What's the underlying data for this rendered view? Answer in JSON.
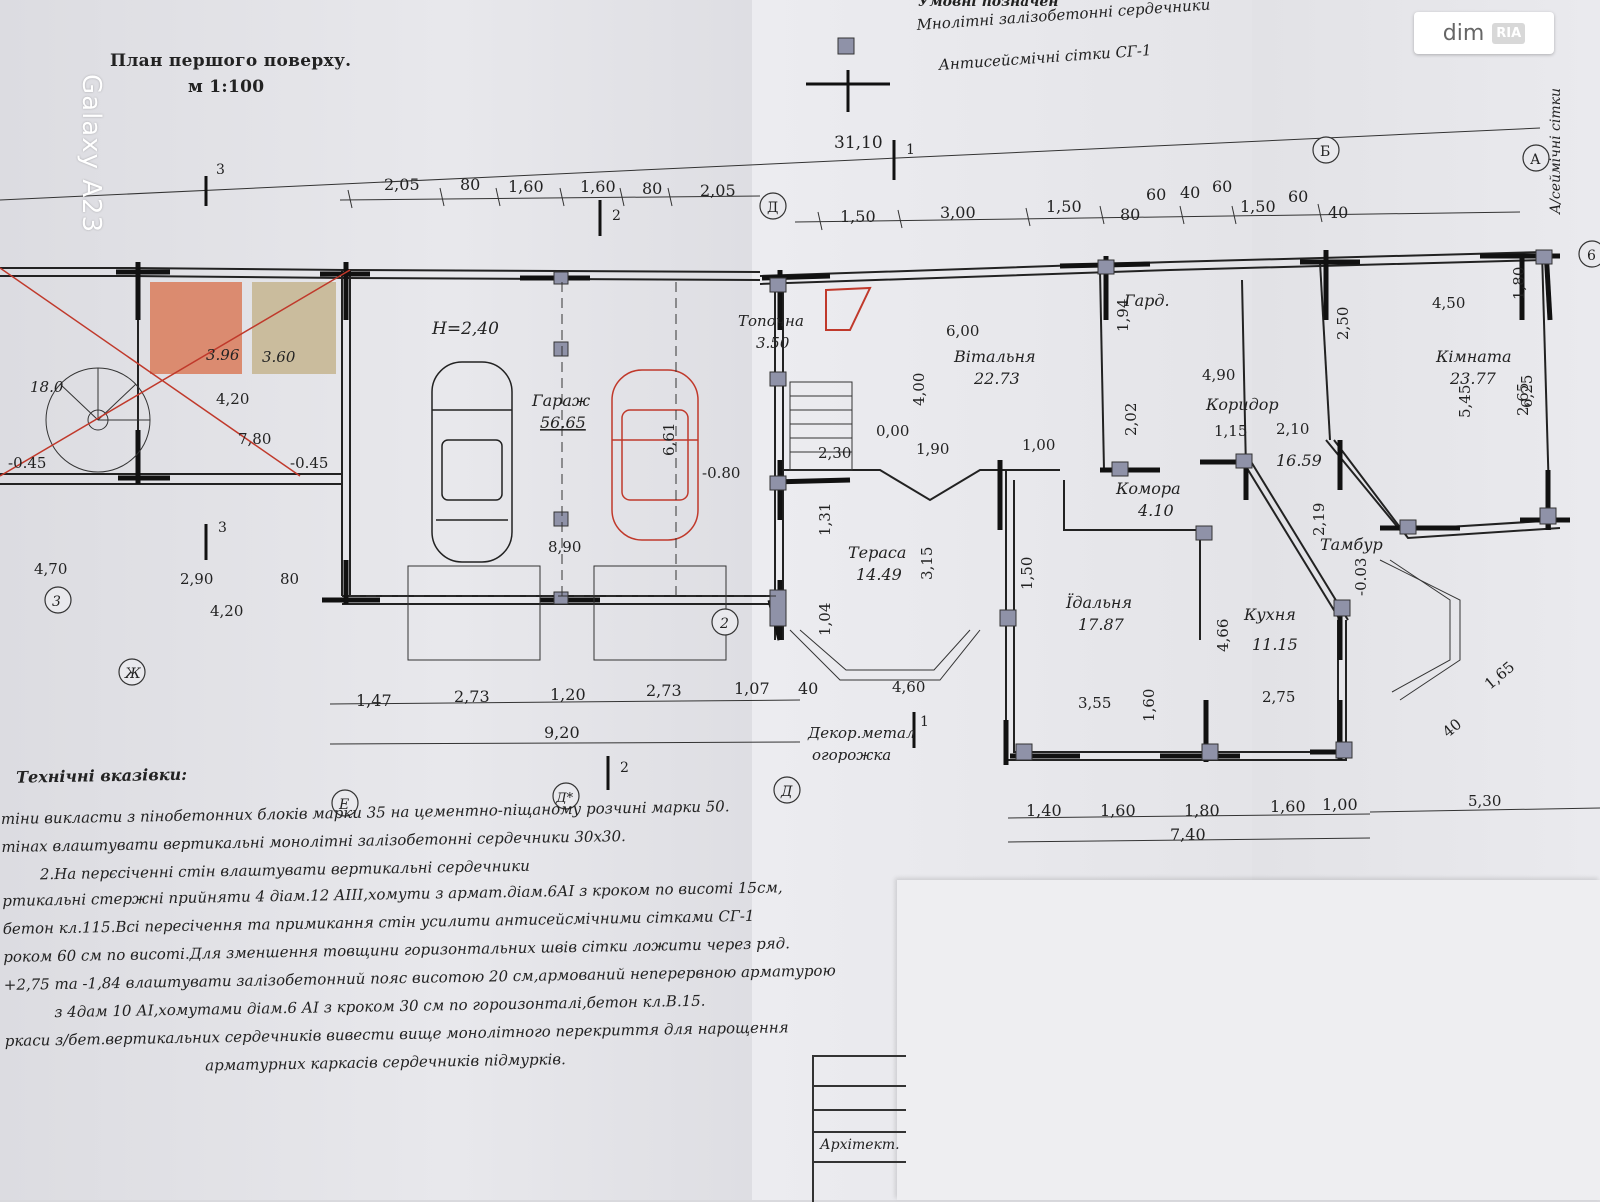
{
  "plan": {
    "title": "План першого поверху.",
    "scale": "м 1:100",
    "overall_width": "31,10"
  },
  "watermark": "Galaxy A23",
  "logo": {
    "text": "dim",
    "badge": "RIA"
  },
  "legend": {
    "heading": "Умовні позначен",
    "core_label": "Мнолітні залізобетонні сердечники",
    "mesh_label": "Антисейсмічні сітки СГ-1",
    "axis_note": "A/сеймічні сітки"
  },
  "rooms": [
    {
      "name": "Гараж",
      "area": "56.65"
    },
    {
      "name": "Вітальня",
      "area": "22.73"
    },
    {
      "name": "Гард.",
      "area": ""
    },
    {
      "name": "Коридор",
      "area": "16.59"
    },
    {
      "name": "Кімната",
      "area": "23.77"
    },
    {
      "name": "Комора",
      "area": "4.10"
    },
    {
      "name": "Тераса",
      "area": "14.49"
    },
    {
      "name": "Їдальня",
      "area": "17.87"
    },
    {
      "name": "Кухня",
      "area": "11.15"
    },
    {
      "name": "Тамбур",
      "area": ""
    },
    {
      "name": "Топочна",
      "area": "3.50"
    }
  ],
  "labels": {
    "height": "H=2,40",
    "level_garage": "-0.80",
    "level_left": "-0.45",
    "level_left2": "-0.45",
    "level_zero": "0,00",
    "level_tambur": "-0.03",
    "fence": "Декор.метал",
    "fence2": "огорожка",
    "area_a": "3.96",
    "area_b": "3.60",
    "area_c": "18.0"
  },
  "axes": [
    "Д",
    "Б",
    "А",
    "6",
    "Е",
    "Д*",
    "Д",
    "Ж",
    "2",
    "3"
  ],
  "dims_top_left": [
    "2,05",
    "80",
    "1,60",
    "1,60",
    "80",
    "2,05"
  ],
  "dims_top_right": [
    "1,50",
    "3,00",
    "1,50",
    "80",
    "60",
    "40",
    "60",
    "1,50",
    "60",
    "40"
  ],
  "dims_bottom_left": [
    "1,47",
    "2,73",
    "1,20",
    "2,73",
    "1,07",
    "40"
  ],
  "dims_bottom_left_total": "9,20",
  "dims_bottom_right": [
    "1,40",
    "1,60",
    "1,80",
    "1,60",
    "1,00"
  ],
  "dims_bottom_right_total": "7,40",
  "dims_misc": [
    "4,60",
    "5,30",
    "1,65",
    "40",
    "6,00",
    "6,61",
    "8,90",
    "4,20",
    "7,80",
    "4,20",
    "2,90",
    "80",
    "4,70",
    "6,25",
    "5,45",
    "4,50",
    "2,65",
    "1,80",
    "4,90",
    "2,10",
    "1,15",
    "2,19",
    "3,55",
    "2,75",
    "4,66",
    "1,50",
    "1,60",
    "1,31",
    "1,04",
    "3,15",
    "4,00",
    "2,30",
    "1,90",
    "1,00",
    "2,02",
    "1,94",
    "2,50"
  ],
  "notes": {
    "heading": "Технічні вказівки:",
    "lines": [
      "тіни викласти з пінобетонних блоків марки 35 на цементно-піщаному розчині марки 50.",
      "тінах влаштувати вертикальні монолітні залізобетонні сердечники  30х30.",
      "2.На перєсіченні стін влаштувати вертикальні сердечники",
      "ртикальні стержні прийняти 4 діам.12 АIII,хомути з армат.діам.6АI з кроком по висоті 15см,",
      "ри пересічення та примикання стін усилити антисейсмічними сітками СГ-1",
      "бетон кл.115.Всі пересічення та примикання стін усилити антисейсмічними сітками СГ-1",
      "роком 60 см по висоті.Для зменшення товщини горизонтальних швів сітки ложити через ряд.",
      "+2,75 та -1,84 влаштувати залізобетонний пояс висотою 20 см,армований неперервною арматурою",
      "з 4дам 10 АI,хомутами діам.6 АI з кроком 30 см по гороизонталі,бетон кл.В.15.",
      "ркаси з/бет.вертикальних сердечників вивести вище монолітного перекриття для нарощення",
      "арматурних каркасів сердечників підмурків."
    ]
  },
  "stamp": {
    "label": "Архітект."
  }
}
